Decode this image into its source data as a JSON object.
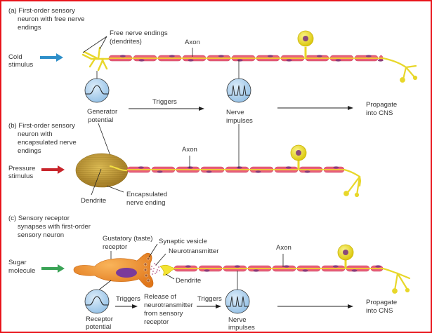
{
  "title": "Sensory receptor types and signal propagation",
  "colors": {
    "border": "#e8141b",
    "cold_arrow": "#2f8fc9",
    "pressure_arrow": "#c8252b",
    "sugar_arrow": "#3aa356",
    "axon_sheath": "#e8607a",
    "axon_core": "#f2d22a",
    "neuron_yellow": "#efe028",
    "nucleus": "#8a4a7a",
    "capsule": "#b8912c",
    "gustatory_cell": "#f08a1e",
    "gustatory_nucleus": "#7a3a9a",
    "signal_circle": "#b8d8f2"
  },
  "panels": [
    {
      "id": "a",
      "heading": [
        "(a) First-order sensory",
        "neuron with free nerve",
        "endings"
      ],
      "stimulus": [
        "Cold",
        "stimulus"
      ],
      "labels": {
        "free_endings": [
          "Free nerve endings",
          "(dendrites)"
        ],
        "axon": "Axon",
        "generator": [
          "Generator",
          "potential"
        ],
        "triggers": "Triggers",
        "impulses": [
          "Nerve",
          "impulses"
        ],
        "propagate": [
          "Propagate",
          "into CNS"
        ]
      }
    },
    {
      "id": "b",
      "heading": [
        "(b) First-order sensory",
        "neuron with",
        "encapsulated nerve",
        "endings"
      ],
      "stimulus": [
        "Pressure",
        "stimulus"
      ],
      "labels": {
        "axon": "Axon",
        "dendrite": "Dendrite",
        "encapsulated": [
          "Encapsulated",
          "nerve ending"
        ]
      }
    },
    {
      "id": "c",
      "heading": [
        "(c) Sensory receptor",
        "synapses with first-order",
        "sensory neuron"
      ],
      "stimulus": [
        "Sugar",
        "molecule"
      ],
      "labels": {
        "gustatory": [
          "Gustatory (taste)",
          "receptor"
        ],
        "vesicle": "Synaptic vesicle",
        "neurotransmitter": "Neurotransmitter",
        "dendrite": "Dendrite",
        "axon": "Axon",
        "receptor_potential": [
          "Receptor",
          "potential"
        ],
        "triggers1": "Triggers",
        "release": [
          "Release of",
          "neurotransmitter",
          "from sensory",
          "receptor"
        ],
        "triggers2": "Triggers",
        "impulses": [
          "Nerve",
          "impulses"
        ],
        "propagate": [
          "Propagate",
          "into CNS"
        ]
      }
    }
  ]
}
